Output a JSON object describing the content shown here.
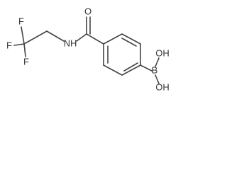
{
  "molecule": {
    "atoms": {
      "f_top": "F",
      "f_left": "F",
      "f_bottom": "F",
      "nh": "NH",
      "o": "O",
      "b": "B",
      "oh_upper": "OH",
      "oh_lower": "OH"
    },
    "colors": {
      "bond": "#444444",
      "text": "#333333",
      "background": "#ffffff"
    }
  }
}
